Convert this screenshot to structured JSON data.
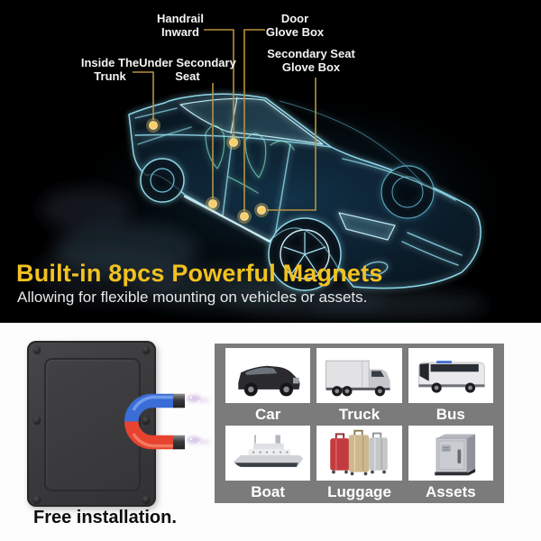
{
  "top_section": {
    "callouts": [
      {
        "id": "inside-the-trunk",
        "line1": "Inside The",
        "line2": "Trunk"
      },
      {
        "id": "under-secondary-seat",
        "line1": "Under Secondary",
        "line2": "Seat"
      },
      {
        "id": "handrail-inward",
        "line1": "Handrail",
        "line2": "Inward"
      },
      {
        "id": "door-glove-box",
        "line1": "Door",
        "line2": "Glove Box"
      },
      {
        "id": "secondary-seat-glove-box",
        "line1": "Secondary Seat",
        "line2": "Glove Box"
      }
    ],
    "headline": "Built-in 8pcs Powerful Magnets",
    "subheadline": "Allowing for flexible mounting on vehicles or assets."
  },
  "bottom_section": {
    "device_caption": "Free installation.",
    "mount_targets": [
      {
        "label": "Car",
        "icon": "car-icon"
      },
      {
        "label": "Truck",
        "icon": "truck-icon"
      },
      {
        "label": "Bus",
        "icon": "bus-icon"
      },
      {
        "label": "Boat",
        "icon": "boat-icon"
      },
      {
        "label": "Luggage",
        "icon": "luggage-icon"
      },
      {
        "label": "Assets",
        "icon": "assets-icon"
      }
    ]
  },
  "colors": {
    "headline_yellow": "#f2c21f",
    "callout_line": "#b8913f",
    "callout_dot": "#f7d06b",
    "panel_gray": "#7b7b7b",
    "xray_cyan": "#8fd8ea",
    "magnet_blue": "#3a6ed6",
    "magnet_red": "#e8432e"
  }
}
